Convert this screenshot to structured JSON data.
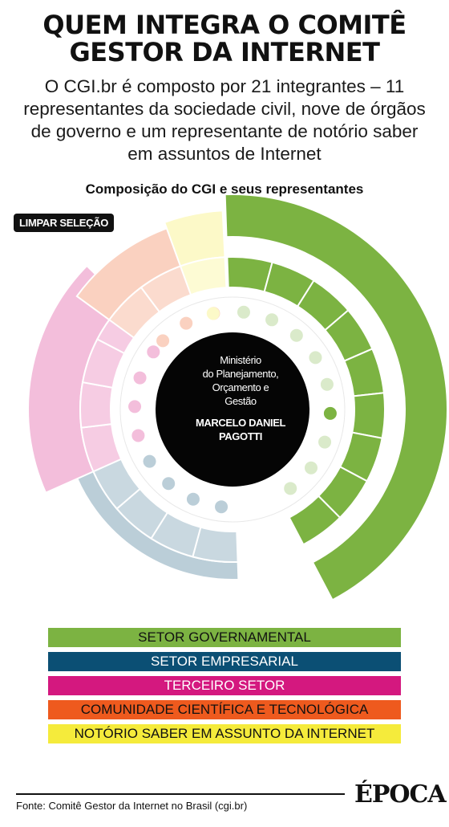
{
  "header": {
    "title_line1": "QUEM INTEGRA O COMITÊ",
    "title_line2": "GESTOR DA INTERNET",
    "subtitle": "O CGI.br é composto por 21 integrantes – 11 representantes da sociedade civil, nove de órgãos de governo e um representante de notório saber em assuntos de Internet"
  },
  "chart": {
    "title": "Composição do CGI e seus representantes",
    "clear_button": "LIMPAR SELEÇÃO",
    "selected": {
      "organ_line1": "Ministério",
      "organ_line2": "do Planejamento,",
      "organ_line3": "Orçamento e",
      "organ_line4": "Gestão",
      "name_line1": "MARCELO DANIEL",
      "name_line2": "PAGOTTI"
    }
  },
  "chart_data": {
    "type": "donut",
    "total_members": 21,
    "sectors": [
      {
        "name": "SETOR GOVERNAMENTAL",
        "members": 9,
        "color": "#7cb342"
      },
      {
        "name": "SETOR EMPRESARIAL",
        "members": 4,
        "color": "#0b4f74"
      },
      {
        "name": "TERCEIRO SETOR",
        "members": 4,
        "color": "#d4187f"
      },
      {
        "name": "COMUNIDADE CIENTÍFICA E TECNOLÓGICA",
        "members": 3,
        "color": "#ee5a1e"
      },
      {
        "name": "NOTÓRIO SABER EM ASSUNTO DA INTERNET",
        "members": 1,
        "color": "#f5eb3b"
      }
    ],
    "selected_sector": "SETOR GOVERNAMENTAL",
    "selected_member_index": 5
  },
  "legend": [
    {
      "label": "SETOR GOVERNAMENTAL",
      "bg": "#7cb342",
      "light": false
    },
    {
      "label": "SETOR EMPRESARIAL",
      "bg": "#0b4f74",
      "light": true
    },
    {
      "label": "TERCEIRO SETOR",
      "bg": "#d4187f",
      "light": true
    },
    {
      "label": "COMUNIDADE CIENTÍFICA E TECNOLÓGICA",
      "bg": "#ee5a1e",
      "light": false
    },
    {
      "label": "NOTÓRIO SABER EM ASSUNTO DA INTERNET",
      "bg": "#f5eb3b",
      "light": false
    }
  ],
  "footer": {
    "source": "Fonte: Comitê Gestor da Internet no Brasil (cgi.br)",
    "logo": "ÉPOCA"
  }
}
